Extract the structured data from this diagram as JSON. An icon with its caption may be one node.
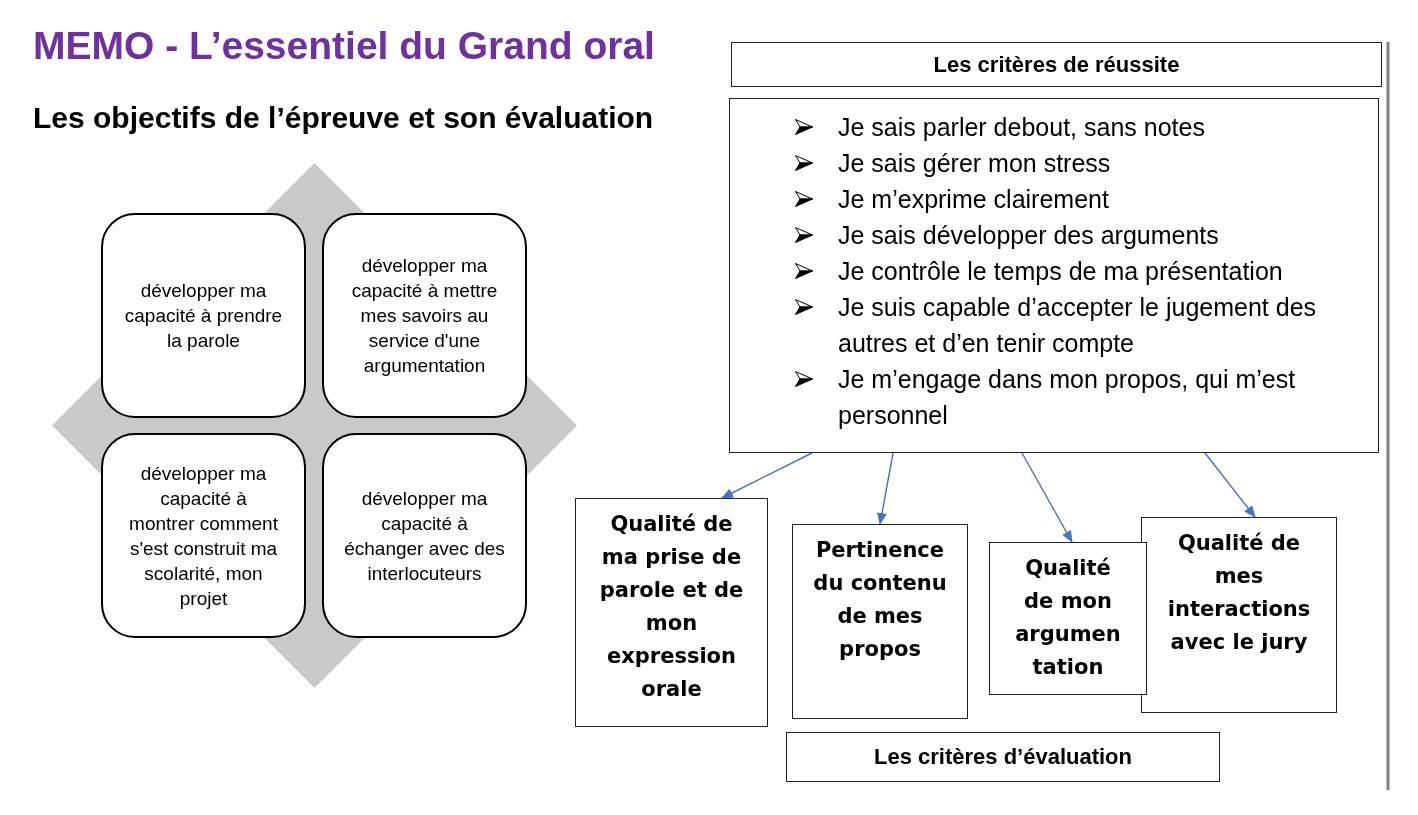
{
  "diagram": {
    "title": "MEMO - L’essentiel du Grand oral",
    "nodes": [
      {
        "text": [
          "développer ma capacité à prendre la parole"
        ]
      },
      {
        "text": [
          "développer ma capacité à mettre mes savoirs au service d'une argumentation"
        ]
      },
      {
        "text": [
          "développer ma capacité à montrer comment s'est construit ma scolarité, mon projet"
        ]
      },
      {
        "text": [
          "développer ma capacité à échanger avec des interlocuteurs"
        ]
      },
      {
        "text": [
          "Les critères de réussite"
        ]
      },
      {
        "text": [
          "Je sais parler debout, sans notes",
          "Je sais gérer mon stress",
          "Je m’exprime clairement",
          "Je sais développer des arguments",
          "Je contrôle le temps de ma présentation",
          "Je suis capable d’accepter le jugement des autres et d’en tenir compte",
          "Je m’engage dans mon propos, qui m’est personnel"
        ]
      },
      {
        "text": [
          "Qualité de ma prise de parole et de mon expression orale"
        ]
      },
      {
        "text": [
          "Pertinence du contenu de mes propos"
        ]
      },
      {
        "text": [
          "Qualité de mon argumentation"
        ]
      },
      {
        "text": [
          "Qualité de mes interactions avec le jury"
        ]
      },
      {
        "text": [
          "Les critères d’évaluation"
        ]
      }
    ],
    "edges": [
      {
        "from": 5,
        "to": 6,
        "arrow": "to"
      },
      {
        "from": 5,
        "to": 7,
        "arrow": "to"
      },
      {
        "from": 5,
        "to": 8,
        "arrow": "to"
      },
      {
        "from": 5,
        "to": 9,
        "arrow": "to"
      }
    ],
    "labels": [
      "Les objectifs de l’épreuve et son évaluation"
    ]
  }
}
